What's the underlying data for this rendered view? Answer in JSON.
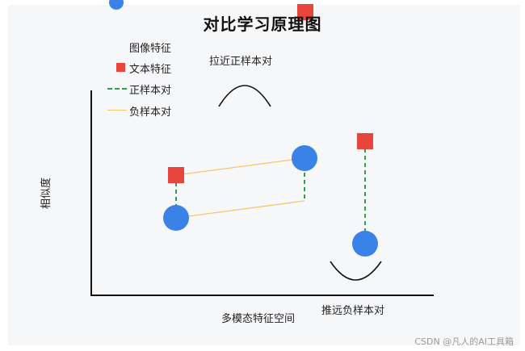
{
  "title": "对比学习原理图",
  "legend": {
    "image_feature": "图像特征",
    "text_feature": "文本特征",
    "positive_pair": "正样本对",
    "negative_pair": "负样本对"
  },
  "annotations": {
    "pull_positive": "拉近正样本对",
    "push_negative": "推远负样本对"
  },
  "axes": {
    "xlabel": "多模态特征空间",
    "ylabel": "相似度"
  },
  "watermark": "CSDN @凡人的AI工具箱",
  "colors": {
    "image_feature": "#3b82e8",
    "text_feature": "#e8453c",
    "positive_pair": "#2f9e44",
    "negative_pair": "#f5c56b"
  }
}
